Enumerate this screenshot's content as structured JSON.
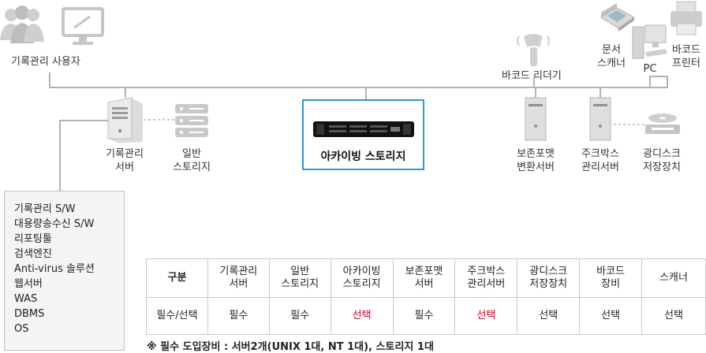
{
  "nodes": {
    "records_users": "기록관리 사용자",
    "records_server": [
      "기록관리",
      "서버"
    ],
    "general_storage": [
      "일반",
      "스토리지"
    ],
    "archiving_storage": "아카이빙 스토리지",
    "barcode_reader": "바코드 리더기",
    "document_scanner": [
      "문서",
      "스캐너"
    ],
    "pc": "PC",
    "barcode_printer": [
      "바코드",
      "프린터"
    ],
    "preservation_server": [
      "보존포맷",
      "변환서버"
    ],
    "jukebox_server": [
      "주크박스",
      "관리서버"
    ],
    "optical_disc_storage": [
      "광디스크",
      "저장장치"
    ]
  },
  "software_list": [
    "기록관리 S/W",
    "대용량송수신 S/W",
    "리포팅툴",
    "검색엔진",
    "Anti-virus 솔루션",
    "웹서버",
    "WAS",
    "DBMS",
    "OS"
  ],
  "table": {
    "header_label": "구분",
    "columns": [
      [
        "기록관리",
        "서버"
      ],
      [
        "일반",
        "스토리지"
      ],
      [
        "아카이빙",
        "스토리지"
      ],
      [
        "보존포맷",
        "서버"
      ],
      [
        "주크박스",
        "관리서버"
      ],
      [
        "광디스크",
        "저장장치"
      ],
      [
        "바코드",
        "장비"
      ],
      [
        "스캐너"
      ]
    ],
    "row_label": "필수/선택",
    "values": [
      "필수",
      "필수",
      "선택",
      "필수",
      "선택",
      "선택",
      "선택",
      "선택"
    ],
    "highlighted": [
      false,
      false,
      true,
      false,
      true,
      false,
      false,
      false
    ]
  },
  "footnote": "※ 필수 도입장비 : 서버2개(UNIX 1대, NT 1대), 스토리지 1대",
  "colors": {
    "accent": "#2e9ad0",
    "highlight": "#d0021b",
    "icon": "#cfcfcf",
    "line": "#b3b3b3"
  }
}
